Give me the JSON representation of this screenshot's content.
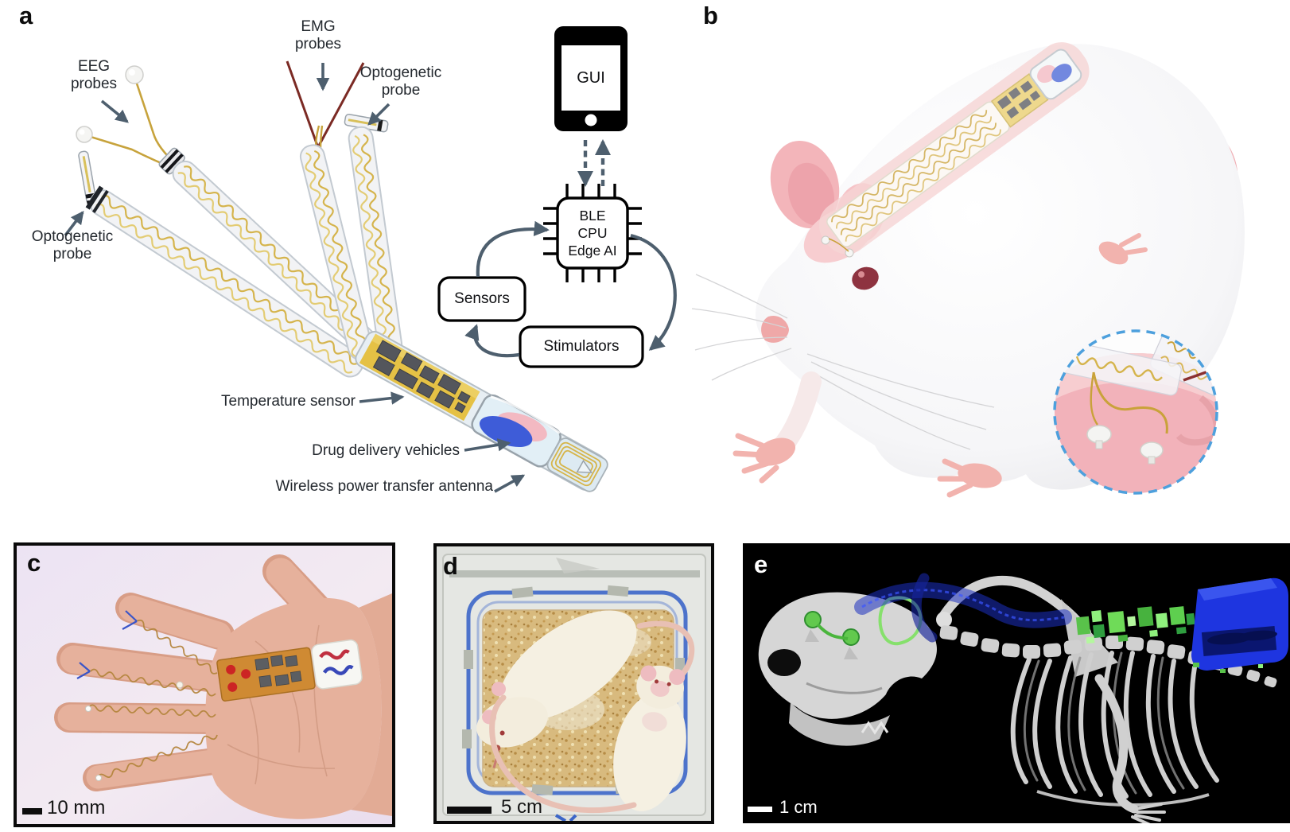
{
  "figure": {
    "panels": {
      "a": {
        "letter": "a",
        "labels": {
          "eeg": "EEG\nprobes",
          "emg": "EMG\nprobes",
          "opto_right": "Optogenetic\nprobe",
          "opto_left": "Optogenetic\nprobe",
          "temperature": "Temperature sensor",
          "drug": "Drug delivery vehicles",
          "antenna": "Wireless power transfer antenna"
        },
        "schematic": {
          "gui": "GUI",
          "chip": "BLE\nCPU\nEdge AI",
          "sensors": "Sensors",
          "stimulators": "Stimulators"
        }
      },
      "b": {
        "letter": "b"
      },
      "c": {
        "letter": "c",
        "scale": "10 mm"
      },
      "d": {
        "letter": "d",
        "scale": "5 cm"
      },
      "e": {
        "letter": "e",
        "scale": "1 cm"
      }
    },
    "colors": {
      "annotation_arrow": "#4e5f6e",
      "label_text": "#23282e",
      "serpentine_gold": "#d5b44c",
      "pcb_gold": "#e5c145",
      "drug_pink": "#f3b9c2",
      "drug_blue": "#3e5cd8",
      "inset_border": "#4da0dd",
      "ct_implant_green": "#62c94e",
      "ct_implant_blue": "#1e35e0"
    }
  }
}
